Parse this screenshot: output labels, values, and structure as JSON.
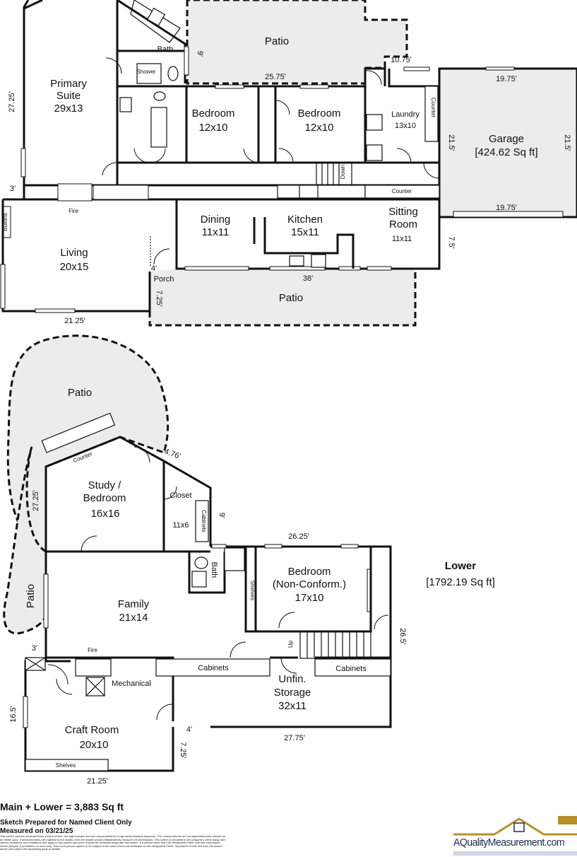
{
  "main_floor": {
    "rooms": {
      "primary_suite": [
        "Primary",
        "Suite",
        "29x13"
      ],
      "bath": "Bath",
      "shower": "Shower",
      "bedroom_1": [
        "Bedroom",
        "12x10"
      ],
      "bedroom_2": [
        "Bedroom",
        "12x10"
      ],
      "laundry": [
        "Laundry",
        "13x10"
      ],
      "garage": [
        "Garage",
        "[424.62 Sq ft]"
      ],
      "dining": [
        "Dining",
        "11x11"
      ],
      "kitchen": [
        "Kitchen",
        "15x11"
      ],
      "sitting_room": [
        "Sitting",
        "Room",
        "11x11"
      ],
      "living": [
        "Living",
        "20x15"
      ],
      "porch": "Porch",
      "patio_top": "Patio",
      "patio_bottom": "Patio"
    },
    "labels": {
      "fire": "Fire",
      "builtins": "Builtins",
      "counter_laundry": "Counter",
      "counter_kitchen": "Counter",
      "down": "Down"
    },
    "dimensions": {
      "primary_suite_side": "27.25'",
      "patio_top_width": "25.75'",
      "patio_top_side": "9'",
      "patio_top_right": "10.75'",
      "garage_top": "19.75'",
      "garage_bottom": "19.75'",
      "garage_left": "21.5'",
      "garage_right": "21.5'",
      "hall_left": "3'",
      "sitting_side": "7.5'",
      "porch_top": "4'",
      "porch_side": "7.25'",
      "living_bottom": "21.25'",
      "patio_bottom_top": "38'"
    }
  },
  "lower_floor": {
    "title": "Lower",
    "area": "[1792.19 Sq ft]",
    "rooms": {
      "patio_curve": "Patio",
      "patio_side": "Patio",
      "study": [
        "Study /",
        "Bedroom",
        "16x16"
      ],
      "closet": [
        "Closet",
        "11x6"
      ],
      "bath": "Bath",
      "bedroom": [
        "Bedroom",
        "(Non-Conform.)",
        "17x10"
      ],
      "family": [
        "Family",
        "21x14"
      ],
      "mechanical": "Mechanical",
      "storage": [
        "Unfin.",
        "Storage",
        "32x11"
      ],
      "craft": [
        "Craft Room",
        "20x10"
      ]
    },
    "labels": {
      "counter": "Counter",
      "cabinets_closet": "Cabinets",
      "shelves_side": "Shelves",
      "fire": "Fire",
      "cabinets_left": "Cabinets",
      "cabinets_right": "Cabinets",
      "shelves_bottom": "Shelves",
      "up": "Up"
    },
    "dimensions": {
      "study_angle": "4.76'",
      "study_side": "27.25'",
      "closet_side": "9'",
      "bedroom_top": "26.25'",
      "right_side": "26.5'",
      "family_left": "3'",
      "craft_left": "16.5'",
      "craft_notch_top": "4'",
      "craft_notch_side": "7.25'",
      "storage_bottom": "27.75'",
      "craft_bottom": "21.25'"
    }
  },
  "footer": {
    "total": "Main + Lower = 3,883 Sq ft",
    "prepared": "Sketch Prepared for Named Client Only",
    "measured": "Measured on 03/21/25",
    "disclaimer": "This sketch and the measurements shown hereon, are approximate and are only provided for rough demonstrative purposes. The measurements are not guaranteed and should not be relied upon. If measurements are material to the reader, then the reader should independently measure the dimensions. This sketch is provided to the preparer's client along with various limitations and conditions that apply to this sketch and which should be reviewed along with this sketch. If a person other than the designated Client uses the information herein (despite a prohibition on such use), then such person agrees to be subject to the same terms and limitation as the designated Client. Separation of this text from the sketch above will subject the separating party to liability.",
    "logo_text": "AQualityMeasurement.com"
  },
  "colors": {
    "patio_fill": "#ececec",
    "logo_blue": "#1a2b55",
    "logo_gold": "#b8902a"
  }
}
